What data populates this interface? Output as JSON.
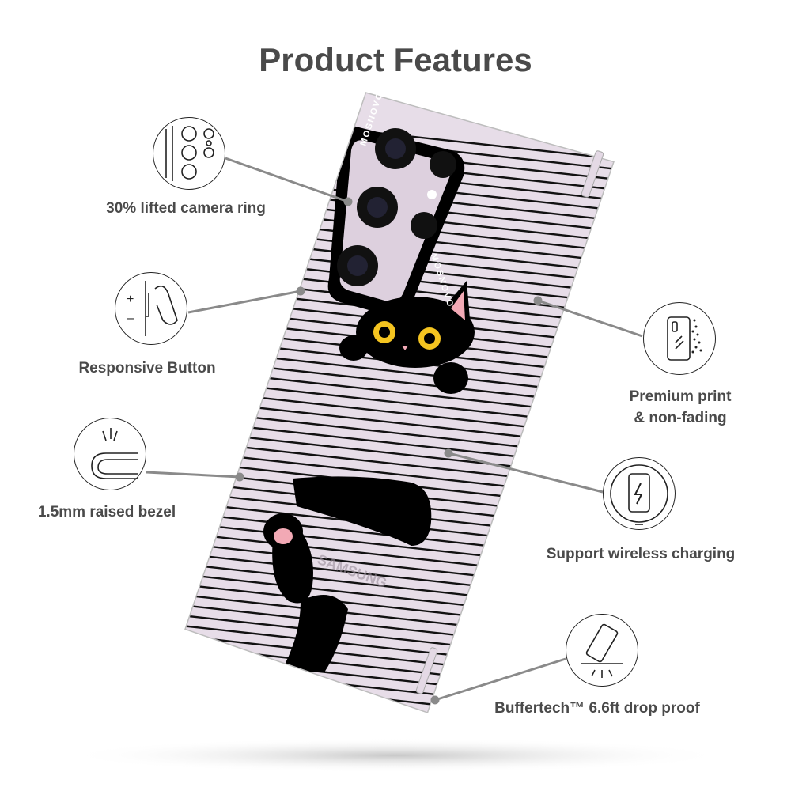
{
  "title": "Product Features",
  "brand_ring_text": "MOSNOVO",
  "phone_logo": "SAMSUNG",
  "features": {
    "camera": {
      "label": "30% lifted camera ring",
      "icon": "camera-ring-icon"
    },
    "button": {
      "label": "Responsive Button",
      "icon": "button-press-icon"
    },
    "bezel": {
      "label": "1.5mm raised bezel",
      "icon": "raised-bezel-icon"
    },
    "print": {
      "label_1": "Premium print",
      "label_2": "& non-fading",
      "icon": "premium-print-icon"
    },
    "wireless": {
      "label": "Support wireless charging",
      "icon": "wireless-charging-icon"
    },
    "drop": {
      "label": "Buffertech™ 6.6ft drop proof",
      "icon": "drop-proof-icon"
    }
  },
  "colors": {
    "text": "#4a4a4a",
    "leader": "#8a8a8a",
    "phone_body": "#d8c9d9",
    "case_edge": "#cfcfcf",
    "stripes": "#111111"
  }
}
